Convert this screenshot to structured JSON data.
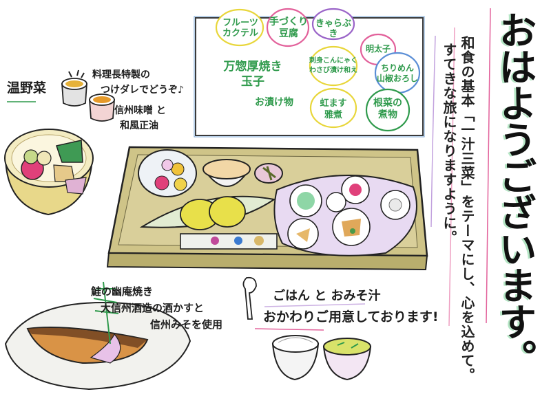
{
  "title": "おはようございます。",
  "subtitle_lines": [
    "和食の基本「一汁三菜」をテーマにし、心を込めて。",
    "すてきな旅になりますように。"
  ],
  "menu_board": {
    "items": [
      {
        "text": "フルーツ\nカクテル",
        "color": "#2f9a4c"
      },
      {
        "text": "手づくり\n豆腐",
        "color": "#2f9a4c"
      },
      {
        "text": "きゃらぶき",
        "color": "#2f9a4c"
      },
      {
        "text": "万惣厚焼き\n玉子",
        "color": "#2f9a4c"
      },
      {
        "text": "お漬け物",
        "color": "#2f9a4c"
      },
      {
        "text": "明太子",
        "color": "#2f9a4c"
      },
      {
        "text": "刺身こんにゃく\nわさび漬け和え",
        "color": "#2f9a4c"
      },
      {
        "text": "ちりめん\n山椒おろし",
        "color": "#2f9a4c"
      },
      {
        "text": "虹ます\n雅煮",
        "color": "#2f9a4c"
      },
      {
        "text": "根菜の\n煮物",
        "color": "#2f9a4c"
      }
    ]
  },
  "onyasai": {
    "label": "温野菜"
  },
  "sauce": {
    "lines": [
      "料理長特製の",
      "つけダレでどうぞ♪",
      "信州味噌 と",
      "和風正油"
    ]
  },
  "salmon": {
    "lines": [
      "鮭の幽庵焼き",
      "大信州酒造の酒かすと",
      "信州みそを使用"
    ]
  },
  "rice_soup": {
    "lines": [
      "ごはん と おみそ汁",
      "おかわりご用意しております!"
    ]
  },
  "colors": {
    "green": "#2f9a4c",
    "tray": "#c9c07a",
    "pink": "#e2609a",
    "purple": "#9a64c8",
    "yellow": "#e8d63a",
    "blue": "#5a8ed6"
  }
}
